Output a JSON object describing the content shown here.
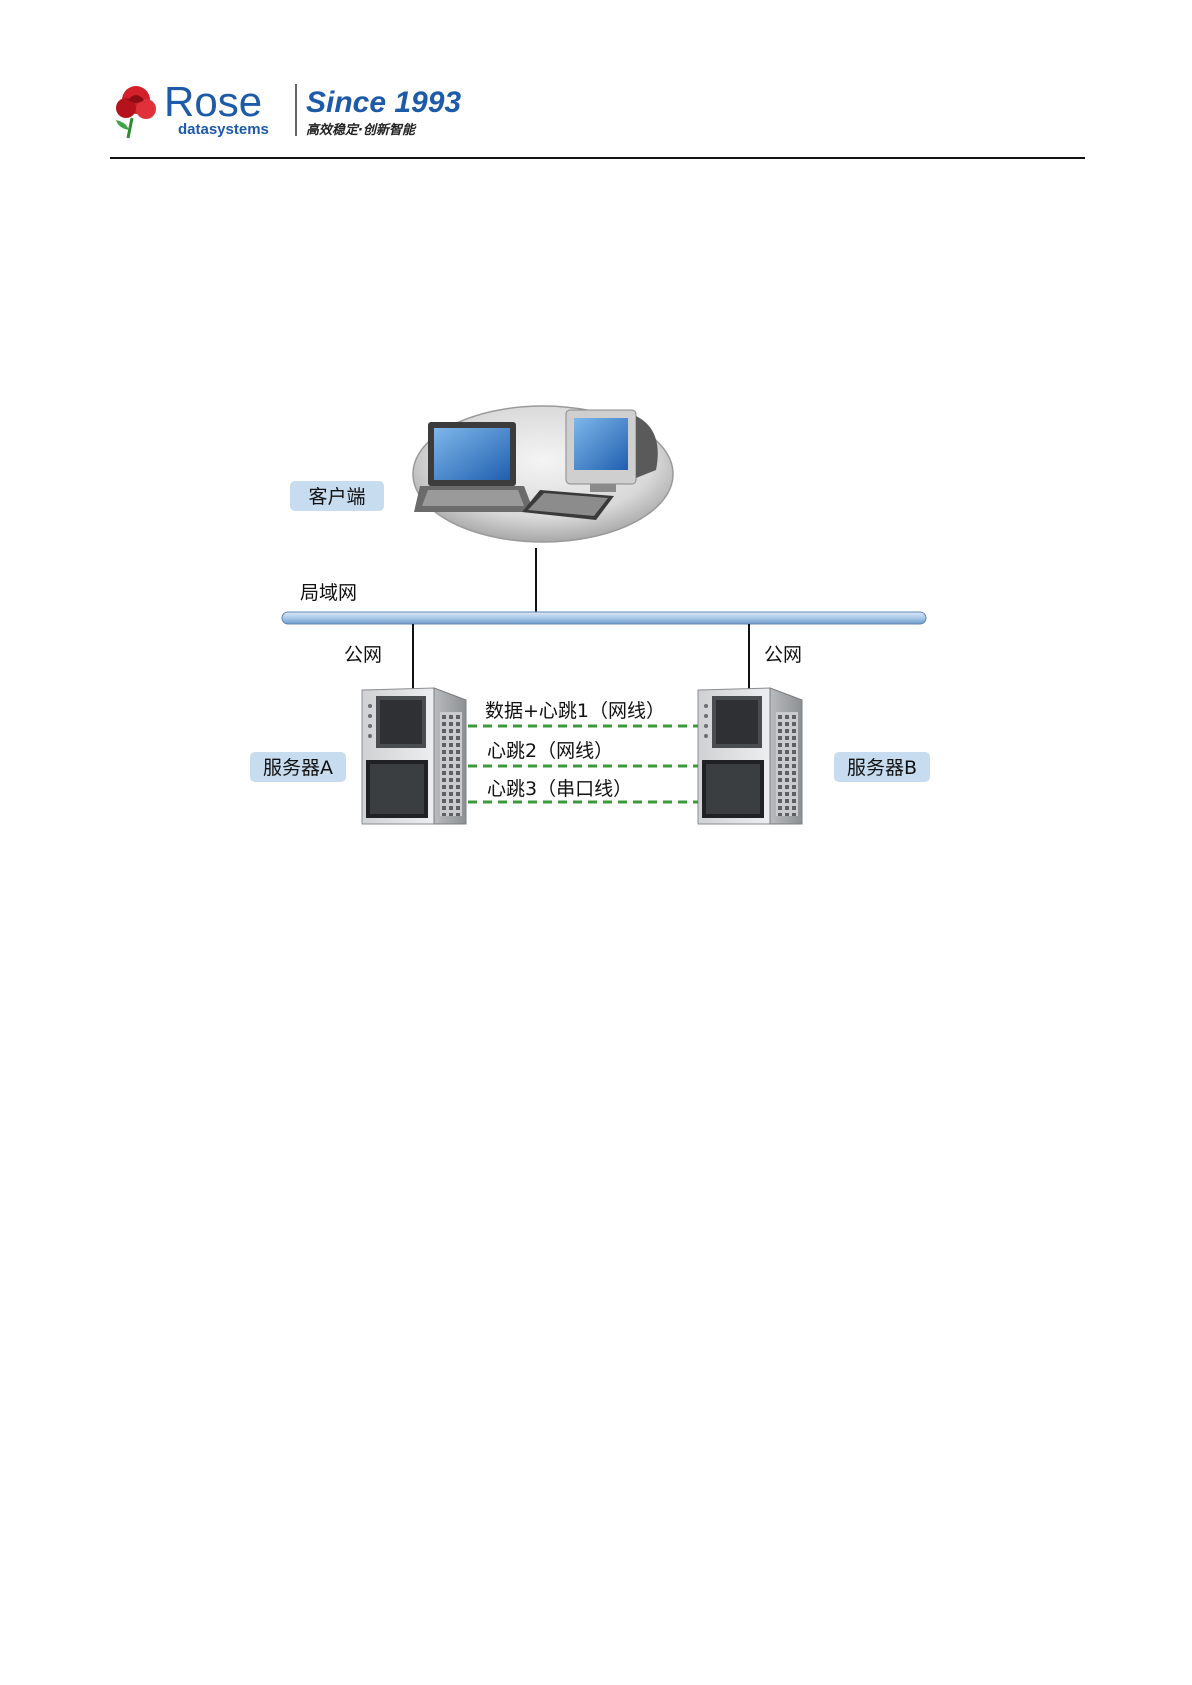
{
  "header": {
    "logo": {
      "brand": "Rose",
      "sub": "datasystems",
      "since": "Since 1993",
      "slogan": "高效稳定·创新智能"
    }
  },
  "diagram": {
    "client_label": "客户端",
    "lan_label": "局域网",
    "public_net_left": "公网",
    "public_net_right": "公网",
    "server_a_label": "服务器A",
    "server_b_label": "服务器B",
    "links": [
      "数据+心跳1（网线）",
      "心跳2（网线）",
      "心跳3（串口线）"
    ]
  },
  "colors": {
    "tag_bg": "#c7dcef",
    "lan_bar": "#a9c8e8",
    "heartbeat_line": "#3c9a3c",
    "brand_red": "#d3202a",
    "brand_blue": "#1d5aa8"
  }
}
